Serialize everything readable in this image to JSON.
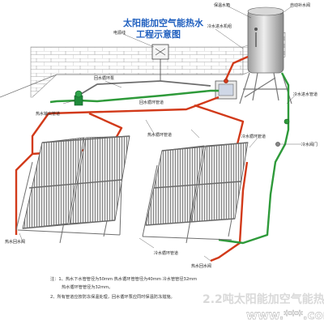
{
  "title": {
    "line1": "太阳能加空气能热水",
    "line2": "工程示意图"
  },
  "labels": {
    "insulated_tank": "保温水箱",
    "auto_water_inlet": "自动补水阀",
    "power_line": "电源线",
    "cold_water_inlet": "冷水进水机组",
    "return_pump": "回水循环泵",
    "return_pipe": "回水循环管道",
    "heat_outlet_pipe": "热水输出管道",
    "hot_circ_pipe": "热水循环管道",
    "cold_circ_pipe": "冷水循环管道",
    "cold_inlet_pipe": "冷水进水管道",
    "water_valve": "冷水阀门",
    "bottom_circ": "冷水循环管道",
    "return_valve": "热水回水阀",
    "hot_outlet_end": "热水回水阀"
  },
  "notes": {
    "line1": "注：1、热水下水管管径为50mm  热水循环管管径为40mm  冷水管管径32mm",
    "line2": "热水循环管管径为32mm。",
    "line3": "2、所有管道应按防冻保温处理，回水循环泵应同时保温防冻措施。"
  },
  "watermarks": {
    "brand": "2.2吨太阳能加空气能热",
    "site": "www.***.com"
  },
  "colors": {
    "hot_pipe": "#d23a1a",
    "cold_pipe": "#2e9a3a",
    "tank": "#c8c8c8",
    "wall": "#9a9a9a",
    "panel": "#8a8a8a",
    "pump": "#1f8a3a",
    "title": "#1f5fbf"
  }
}
